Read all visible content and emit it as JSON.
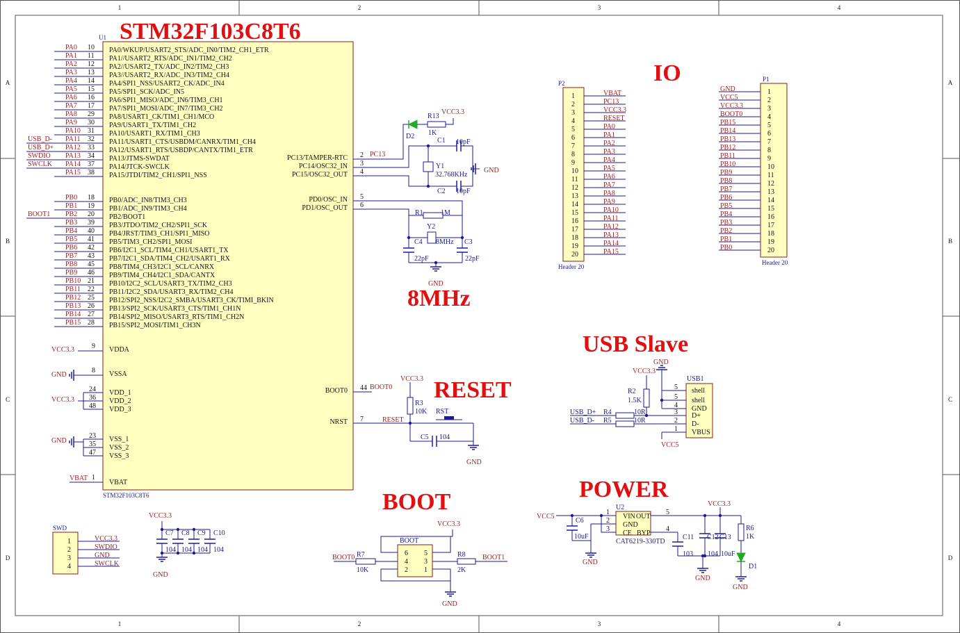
{
  "frame": {
    "col_labels": [
      "1",
      "2",
      "3",
      "4"
    ],
    "row_labels": [
      "A",
      "B",
      "C",
      "D"
    ]
  },
  "titles": {
    "main": "STM32F103C8T6",
    "io": "IO",
    "osc": "8MHz",
    "reset": "RESET",
    "usb": "USB Slave",
    "boot": "BOOT",
    "power": "POWER"
  },
  "mcu": {
    "designator": "U1",
    "part": "STM32F103C8T6",
    "left_pins": [
      {
        "net": "PA0",
        "num": "10",
        "name": "PA0/WKUP/USART2_STS/ADC_IN0/TIM2_CH1_ETR"
      },
      {
        "net": "PA1",
        "num": "11",
        "name": "PA1//USART2_RTS/ADC_IN1/TIM2_CH2"
      },
      {
        "net": "PA2",
        "num": "12",
        "name": "PA2//USART2_TX/ADC_IN2/TIM2_CH3"
      },
      {
        "net": "PA3",
        "num": "13",
        "name": "PA3//USART2_RX/ADC_IN3/TIM2_CH4"
      },
      {
        "net": "PA4",
        "num": "14",
        "name": "PA4/SPI1_NSS/USART2_CK/ADC_IN4"
      },
      {
        "net": "PA5",
        "num": "15",
        "name": "PA5/SPI1_SCK/ADC_IN5"
      },
      {
        "net": "PA6",
        "num": "16",
        "name": "PA6/SPI1_MISO/ADC_IN6/TIM3_CH1"
      },
      {
        "net": "PA7",
        "num": "17",
        "name": "PA7/SPI1_MOSI/ADC_IN7/TIM3_CH2"
      },
      {
        "net": "PA8",
        "num": "29",
        "name": "PA8/USART1_CK/TIM1_CH1/MCO"
      },
      {
        "net": "PA9",
        "num": "30",
        "name": "PA9/USART1_TX/TIM1_CH2"
      },
      {
        "net": "PA10",
        "num": "31",
        "name": "PA10/USART1_RX/TIM1_CH3"
      },
      {
        "net": "PA11",
        "num": "32",
        "name": "PA11/USART1_CTS/USBDM/CANRX/TIM1_CH4",
        "ext": "USB_D-"
      },
      {
        "net": "PA12",
        "num": "33",
        "name": "PA12/USART1_RTS/USBDP/CANTX/TIM1_ETR",
        "ext": "USB_D+"
      },
      {
        "net": "PA13",
        "num": "34",
        "name": "PA13/JTMS-SWDAT",
        "ext": "SWDIO"
      },
      {
        "net": "PA14",
        "num": "37",
        "name": "PA14/JTCK-SWCLK",
        "ext": "SWCLK"
      },
      {
        "net": "PA15",
        "num": "38",
        "name": "PA15/JTDI/TIM2_CH1/SPI1_NSS"
      },
      {
        "net": "PB0",
        "num": "18",
        "name": "PB0/ADC_IN8/TIM3_CH3"
      },
      {
        "net": "PB1",
        "num": "19",
        "name": "PB1/ADC_IN9/TIM3_CH4"
      },
      {
        "net": "PB2",
        "num": "20",
        "name": "PB2/BOOT1",
        "ext": "BOOT1"
      },
      {
        "net": "PB3",
        "num": "39",
        "name": "PB3/JTDO/TIM2_CH2/SPI1_SCK"
      },
      {
        "net": "PB4",
        "num": "40",
        "name": "PB4/JRST/TIM3_CH1/SPI1_MISO"
      },
      {
        "net": "PB5",
        "num": "41",
        "name": "PB5/TIM3_CH2/SPI1_MOSI"
      },
      {
        "net": "PB6",
        "num": "42",
        "name": "PB6/I2C1_SCL/TIM4_CH1/USART1_TX"
      },
      {
        "net": "PB7",
        "num": "43",
        "name": "PB7/I2C1_SDA/TIM4_CH2/USART1_RX"
      },
      {
        "net": "PB8",
        "num": "45",
        "name": "PB8/TIM4_CH3/I2C1_SCL/CANRX"
      },
      {
        "net": "PB9",
        "num": "46",
        "name": "PB9/TIM4_CH4/I2C1_SDA/CANTX"
      },
      {
        "net": "PB10",
        "num": "21",
        "name": "PB10/I2C2_SCL/USART3_TX/TIM2_CH3"
      },
      {
        "net": "PB11",
        "num": "22",
        "name": "PB11/I2C2_SDA/USART3_RX/TIM2_CH4"
      },
      {
        "net": "PB12",
        "num": "25",
        "name": "PB12/SPI2_NSS/I2C2_SMBA/USART3_CK/TIMI_BKIN"
      },
      {
        "net": "PB13",
        "num": "26",
        "name": "PB13/SPI2_SCK/USART3_CTS/TIM1_CH1N"
      },
      {
        "net": "PB14",
        "num": "27",
        "name": "PB14/SPI2_MISO/USART3_RTS/TIM1_CH2N"
      },
      {
        "net": "PB15",
        "num": "28",
        "name": "PB15/SPI2_MOSI/TIM1_CH3N"
      }
    ],
    "power_pins": [
      {
        "net": "VCC3.3",
        "num": "9",
        "name": "VDDA"
      },
      {
        "net": "GND",
        "num": "8",
        "name": "VSSA"
      },
      {
        "net": "VCC3.3",
        "nums": [
          "24",
          "36",
          "48"
        ],
        "names": [
          "VDD_1",
          "VDD_2",
          "VDD_3"
        ]
      },
      {
        "net": "GND",
        "nums": [
          "23",
          "35",
          "47"
        ],
        "names": [
          "VSS_1",
          "VSS_2",
          "VSS_3"
        ]
      },
      {
        "net": "VBAT",
        "num": "1",
        "name": "VBAT"
      }
    ],
    "right_pins": [
      {
        "num": "2",
        "name": "PC13/TAMPER-RTC",
        "net": "PC13"
      },
      {
        "num": "3",
        "name": "PC14/OSC32_IN"
      },
      {
        "num": "4",
        "name": "PC15/OSC32_OUT"
      },
      {
        "num": "5",
        "name": "PD0/OSC_IN"
      },
      {
        "num": "6",
        "name": "PD1/OSC_OUT"
      },
      {
        "num": "44",
        "name": "BOOT0",
        "net": "BOOT0"
      },
      {
        "num": "7",
        "name": "NRST",
        "net": "RESET"
      }
    ]
  },
  "osc_parts": {
    "led_ref": "D2",
    "r13_ref": "R13",
    "r13_val": "1K",
    "vcc": "VCC3.3",
    "c1_ref": "C1",
    "c1_val": "10pF",
    "c2_ref": "C2",
    "c2_val": "10pF",
    "y1_ref": "Y1",
    "y1_val": "32.768KHz",
    "gnd": "GND",
    "r1_ref": "R1",
    "r1_val": "1M",
    "y2_ref": "Y2",
    "y2_val": "8MHz",
    "c4_ref": "C4",
    "c4_val": "22pF",
    "c3_ref": "C3",
    "c3_val": "22pF",
    "gnd2": "GND"
  },
  "reset_parts": {
    "vcc": "VCC3.3",
    "r3_ref": "R3",
    "r3_val": "10K",
    "sw_ref": "RST",
    "net": "RESET",
    "c5_ref": "C5",
    "c5_val": "104",
    "gnd": "GND"
  },
  "p2": {
    "ref": "P2",
    "label": "Header 20",
    "nets": [
      "VBAT",
      "PC13",
      "VCC3.3",
      "RESET",
      "PA0",
      "PA1",
      "PA2",
      "PA3",
      "PA4",
      "PA5",
      "PA6",
      "PA7",
      "PA8",
      "PA9",
      "PA10",
      "PA11",
      "PA12",
      "PA13",
      "PA14",
      "PA15"
    ]
  },
  "p1": {
    "ref": "P1",
    "label": "Header 20",
    "nets": [
      "GND",
      "VCC5",
      "VCC3.3",
      "BOOT0",
      "PB15",
      "PB14",
      "PB13",
      "PB12",
      "PB11",
      "PB10",
      "PB9",
      "PB8",
      "PB7",
      "PB6",
      "PB5",
      "PB4",
      "PB3",
      "PB2",
      "PB1",
      "PB0"
    ]
  },
  "usb": {
    "ref": "USB1",
    "gnd": "GND",
    "vcc": "VCC3.3",
    "r2_ref": "R2",
    "r2_val": "1.5K",
    "r4_ref": "R4",
    "r4_val": "10R",
    "r5_ref": "R5",
    "r5_val": "10R",
    "net_dp": "USB_D+",
    "net_dm": "USB_D-",
    "vcc5": "VCC5",
    "pins": [
      {
        "num": "5",
        "name": "shell"
      },
      {
        "num": "5",
        "name": "shell"
      },
      {
        "num": "4",
        "name": "GND"
      },
      {
        "num": "3",
        "name": "D+"
      },
      {
        "num": "2",
        "name": "D-"
      },
      {
        "num": "1",
        "name": "VBUS"
      }
    ]
  },
  "swd": {
    "ref": "SWD",
    "pins": [
      {
        "num": "1",
        "net": "VCC3.3"
      },
      {
        "num": "2",
        "net": "SWDIO"
      },
      {
        "num": "3",
        "net": "GND"
      },
      {
        "num": "4",
        "net": "SWCLK"
      }
    ]
  },
  "decoupling": {
    "vcc": "VCC3.3",
    "gnd": "GND",
    "refs": [
      "C7",
      "C8",
      "C9",
      "C10"
    ],
    "vals": [
      "104",
      "104",
      "104",
      "104"
    ]
  },
  "boot_parts": {
    "ref": "BOOT",
    "vcc": "VCC3.3",
    "gnd": "GND",
    "r7_ref": "R7",
    "r7_val": "10K",
    "net0": "BOOT0",
    "r8_ref": "R8",
    "r8_val": "2K",
    "net1": "BOOT1",
    "pins": [
      "6",
      "5",
      "4",
      "3",
      "2",
      "1"
    ]
  },
  "power_parts": {
    "u2_ref": "U2",
    "u2_part": "CAT6219-330TD",
    "vin": "VIN",
    "out": "OUT",
    "gnd_pin": "GND",
    "ce": "CE",
    "byp": "BYP",
    "pins": [
      "1",
      "2",
      "3",
      "5",
      "4"
    ],
    "vcc5": "VCC5",
    "vcc33": "VCC3.3",
    "c6_ref": "C6",
    "c6_val": "10uF",
    "c11_ref": "C11",
    "c11_val": "103",
    "c12_ref": "C12",
    "c12_val": "104",
    "c13_ref": "C13",
    "c13_val": "10uF",
    "r6_ref": "R6",
    "r6_val": "1K",
    "d1_ref": "D1",
    "gnd": "GND"
  }
}
